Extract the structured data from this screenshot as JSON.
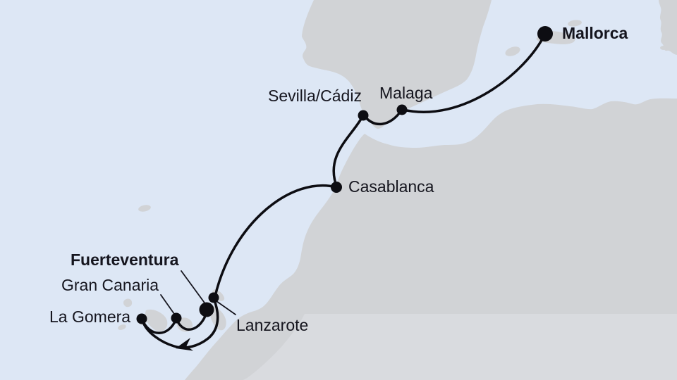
{
  "map": {
    "type": "cruise-route-map",
    "region": "Western Mediterranean, Moroccan Atlantic coast and Canary Islands",
    "sea_color": "#dde7f5",
    "land_color": "#d1d3d6",
    "land_light_color": "#dadce0",
    "route_color": "#0d0d12",
    "text_color": "#15151e",
    "marker_color": "#0d0d12"
  },
  "ports": [
    {
      "label": "Mallorca",
      "emphasis": true,
      "marker": "large-dot"
    },
    {
      "label": "Malaga",
      "emphasis": false,
      "marker": "dot"
    },
    {
      "label": "Sevilla/Cádiz",
      "emphasis": false,
      "marker": "dot"
    },
    {
      "label": "Casablanca",
      "emphasis": false,
      "marker": "dot"
    },
    {
      "label": "Lanzarote",
      "emphasis": false,
      "marker": "dot"
    },
    {
      "label": "Fuerteventura",
      "emphasis": true,
      "marker": "large-dot"
    },
    {
      "label": "Gran Canaria",
      "emphasis": false,
      "marker": "dot"
    },
    {
      "label": "La Gomera",
      "emphasis": false,
      "marker": "dot"
    }
  ],
  "route": {
    "stops_in_order": [
      "Mallorca",
      "Malaga",
      "Sevilla/Cádiz",
      "Casablanca",
      "Lanzarote",
      "La Gomera",
      "Gran Canaria",
      "Fuerteventura"
    ],
    "start_port": "Mallorca",
    "end_port": "Fuerteventura",
    "direction_arrow": "arrowhead on southern arc between Lanzarote and La Gomera pointing west-southwest"
  }
}
